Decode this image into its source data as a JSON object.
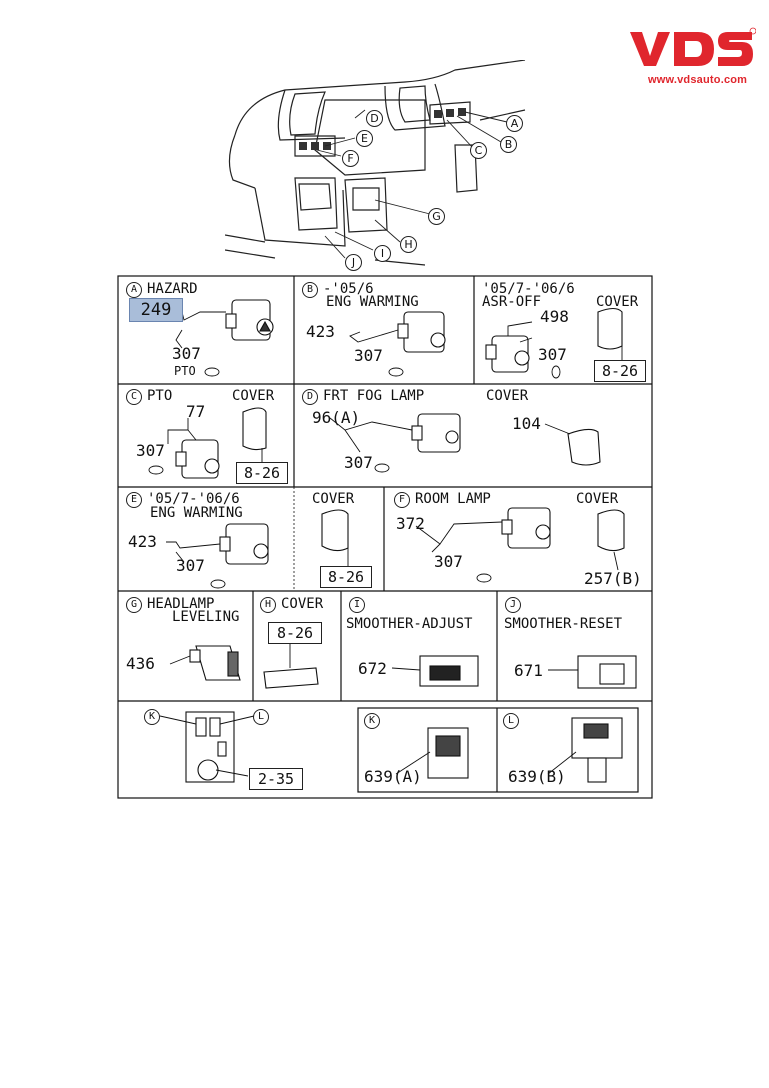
{
  "brand": {
    "logo_text": "VDS",
    "url": "www.vdsauto.com",
    "color": "#e0262d"
  },
  "overview_callouts": [
    "A",
    "B",
    "C",
    "D",
    "E",
    "F",
    "G",
    "H",
    "I",
    "J"
  ],
  "panels": {
    "a": {
      "letter": "A",
      "title": "HAZARD",
      "part": "249",
      "bulb": "307",
      "sub": "PTO"
    },
    "b": {
      "letter": "B",
      "title_1": "-'05/6",
      "title_2": "ENG WARMING",
      "part": "423",
      "bulb": "307"
    },
    "b2": {
      "title_1": "'05/7-'06/6",
      "title_2": "ASR-OFF",
      "part": "498",
      "bulb": "307",
      "cover_label": "COVER",
      "cover_ref": "8-26"
    },
    "c": {
      "letter": "C",
      "title": "PTO",
      "part": "77",
      "bulb": "307",
      "cover_label": "COVER",
      "cover_ref": "8-26"
    },
    "d": {
      "letter": "D",
      "title": "FRT FOG LAMP",
      "part": "96(A)",
      "bulb": "307",
      "cover_label": "COVER",
      "cover_part": "104"
    },
    "e": {
      "letter": "E",
      "title_1": "'05/7-'06/6",
      "title_2": "ENG WARMING",
      "part": "423",
      "bulb": "307",
      "cover_label": "COVER",
      "cover_ref": "8-26"
    },
    "f": {
      "letter": "F",
      "title": "ROOM LAMP",
      "part": "372",
      "bulb": "307",
      "cover_label": "COVER",
      "cover_part": "257(B)"
    },
    "g": {
      "letter": "G",
      "title_1": "HEADLAMP",
      "title_2": "LEVELING",
      "part": "436"
    },
    "h": {
      "letter": "H",
      "title": "COVER",
      "ref": "8-26"
    },
    "i": {
      "letter": "I",
      "title": "SMOOTHER-ADJUST",
      "part": "672"
    },
    "j": {
      "letter": "J",
      "title": "SMOOTHER-RESET",
      "part": "671"
    },
    "kl": {
      "k_letter": "K",
      "l_letter": "L",
      "ref": "2-35"
    },
    "k": {
      "letter": "K",
      "part": "639(A)"
    },
    "l": {
      "letter": "L",
      "part": "639(B)"
    }
  }
}
